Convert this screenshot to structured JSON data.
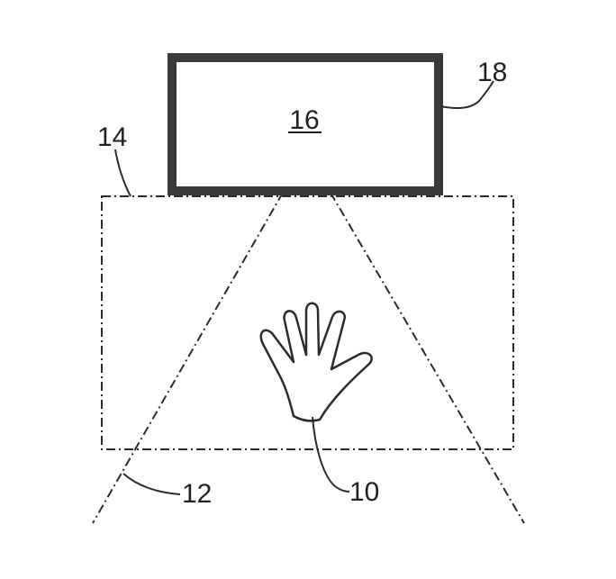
{
  "figure": {
    "labels": {
      "hand": "10",
      "field_of_view": "12",
      "detection_zone": "14",
      "device": "16",
      "housing": "18"
    },
    "colors": {
      "line": "#2b2b2b",
      "housing_fill": "#3a3a3a",
      "background": "#ffffff"
    },
    "parts": {
      "housing": "housing-frame",
      "detection_zone": "dash-dot-rectangle",
      "field_of_view": "dash-dot-cone",
      "hand": "hand-outline"
    }
  }
}
